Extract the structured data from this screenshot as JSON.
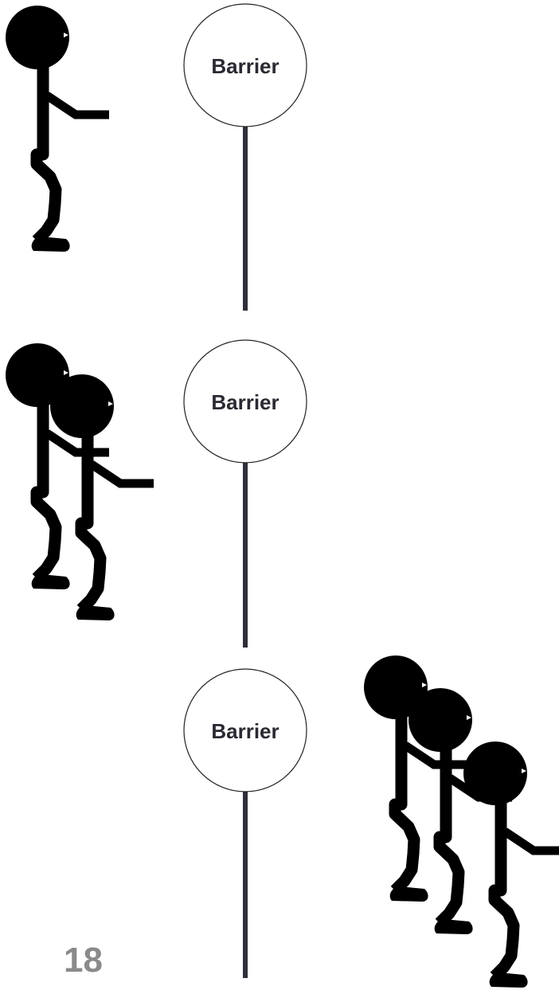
{
  "barrier_label": "Barrier",
  "page_number": "18",
  "colors": {
    "figure": "#000000",
    "pole": "#2f2f3a",
    "label": "#2a2a33",
    "page_number": "#8a8a8a"
  },
  "panels": [
    {
      "label": "Barrier",
      "figures_count": 1,
      "figures_past_barrier": false
    },
    {
      "label": "Barrier",
      "figures_count": 2,
      "figures_past_barrier": false
    },
    {
      "label": "Barrier",
      "figures_count": 3,
      "figures_past_barrier": true
    }
  ]
}
